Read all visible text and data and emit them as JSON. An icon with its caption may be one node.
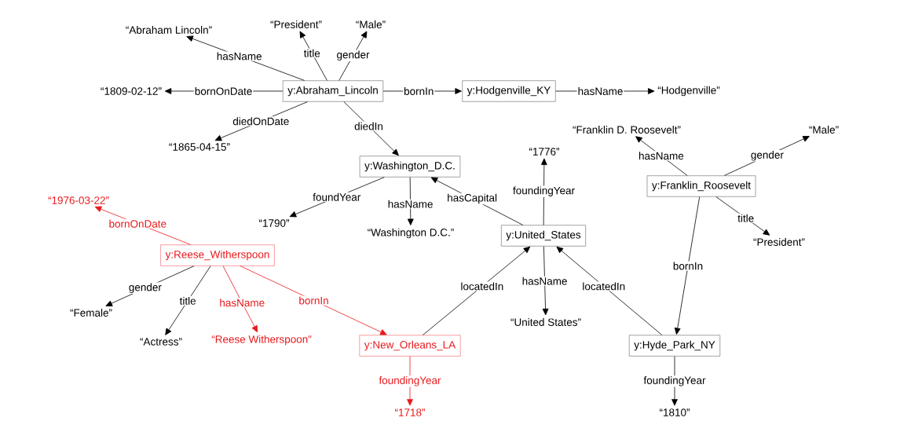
{
  "diagram": {
    "nodes": [
      {
        "text": [
          "“Abraham Lincoln”"
        ]
      },
      {
        "text": [
          "“President”"
        ]
      },
      {
        "text": [
          "“Male”"
        ]
      },
      {
        "text": [
          "“1809-02-12”"
        ]
      },
      {
        "text": [
          "y:Abraham_Lincoln"
        ]
      },
      {
        "text": [
          "y:Hodgenville_KY"
        ]
      },
      {
        "text": [
          "“Hodgenville”"
        ]
      },
      {
        "text": [
          "“1865-04-15”"
        ]
      },
      {
        "text": [
          "y:Washington_D.C."
        ]
      },
      {
        "text": [
          "“Franklin D. Roosevelt”"
        ]
      },
      {
        "text": [
          "“Male”"
        ]
      },
      {
        "text": [
          "“1776”"
        ]
      },
      {
        "text": [
          "y:Franklin_Roosevelt"
        ]
      },
      {
        "text": [
          "“1976-03-22”"
        ]
      },
      {
        "text": [
          "“1790”"
        ]
      },
      {
        "text": [
          "“Washington D.C.”"
        ]
      },
      {
        "text": [
          "y:United_States"
        ]
      },
      {
        "text": [
          "“President”"
        ]
      },
      {
        "text": [
          "y:Reese_Witherspoon"
        ]
      },
      {
        "text": [
          "“Female”"
        ]
      },
      {
        "text": [
          "“United States”"
        ]
      },
      {
        "text": [
          "“Actress”"
        ]
      },
      {
        "text": [
          "“Reese Witherspoon”"
        ]
      },
      {
        "text": [
          "y:New_Orleans_LA"
        ]
      },
      {
        "text": [
          "y:Hyde_Park_NY"
        ]
      },
      {
        "text": [
          "“1718”"
        ]
      },
      {
        "text": [
          "“1810”"
        ]
      }
    ],
    "edges": [
      {
        "from": 4,
        "to": 0,
        "arrow": "to",
        "label": "hasName"
      },
      {
        "from": 4,
        "to": 1,
        "arrow": "to",
        "label": "title"
      },
      {
        "from": 4,
        "to": 2,
        "arrow": "to",
        "label": "gender"
      },
      {
        "from": 4,
        "to": 3,
        "arrow": "to",
        "label": "bornOnDate"
      },
      {
        "from": 4,
        "to": 5,
        "arrow": "to",
        "label": "bornIn"
      },
      {
        "from": 5,
        "to": 6,
        "arrow": "to",
        "label": "hasName"
      },
      {
        "from": 4,
        "to": 7,
        "arrow": "to",
        "label": "diedOnDate"
      },
      {
        "from": 4,
        "to": 8,
        "arrow": "to",
        "label": "diedIn"
      },
      {
        "from": 8,
        "to": 14,
        "arrow": "to",
        "label": "foundYear"
      },
      {
        "from": 8,
        "to": 15,
        "arrow": "to",
        "label": "hasName"
      },
      {
        "from": 16,
        "to": 8,
        "arrow": "to",
        "label": "hasCapital"
      },
      {
        "from": 16,
        "to": 11,
        "arrow": "to",
        "label": "foundingYear"
      },
      {
        "from": 16,
        "to": 20,
        "arrow": "to",
        "label": "hasName"
      },
      {
        "from": 12,
        "to": 9,
        "arrow": "to",
        "label": "hasName"
      },
      {
        "from": 12,
        "to": 10,
        "arrow": "to",
        "label": "gender"
      },
      {
        "from": 12,
        "to": 17,
        "arrow": "to",
        "label": "title"
      },
      {
        "from": 12,
        "to": 24,
        "arrow": "to",
        "label": "bornIn"
      },
      {
        "from": 24,
        "to": 16,
        "arrow": "to",
        "label": "locatedIn"
      },
      {
        "from": 23,
        "to": 16,
        "arrow": "to",
        "label": "locatedIn"
      },
      {
        "from": 24,
        "to": 26,
        "arrow": "to",
        "label": "foundingYear"
      },
      {
        "from": 18,
        "to": 13,
        "arrow": "to",
        "label": "bornOnDate",
        "color": "#e8191c"
      },
      {
        "from": 18,
        "to": 19,
        "arrow": "to",
        "label": "gender"
      },
      {
        "from": 18,
        "to": 21,
        "arrow": "to",
        "label": "title"
      },
      {
        "from": 18,
        "to": 22,
        "arrow": "to",
        "label": "hasName",
        "color": "#e8191c"
      },
      {
        "from": 18,
        "to": 23,
        "arrow": "to",
        "label": "bornIn",
        "color": "#e8191c"
      },
      {
        "from": 23,
        "to": 25,
        "arrow": "to",
        "label": "foundingYear",
        "color": "#e8191c"
      }
    ]
  }
}
